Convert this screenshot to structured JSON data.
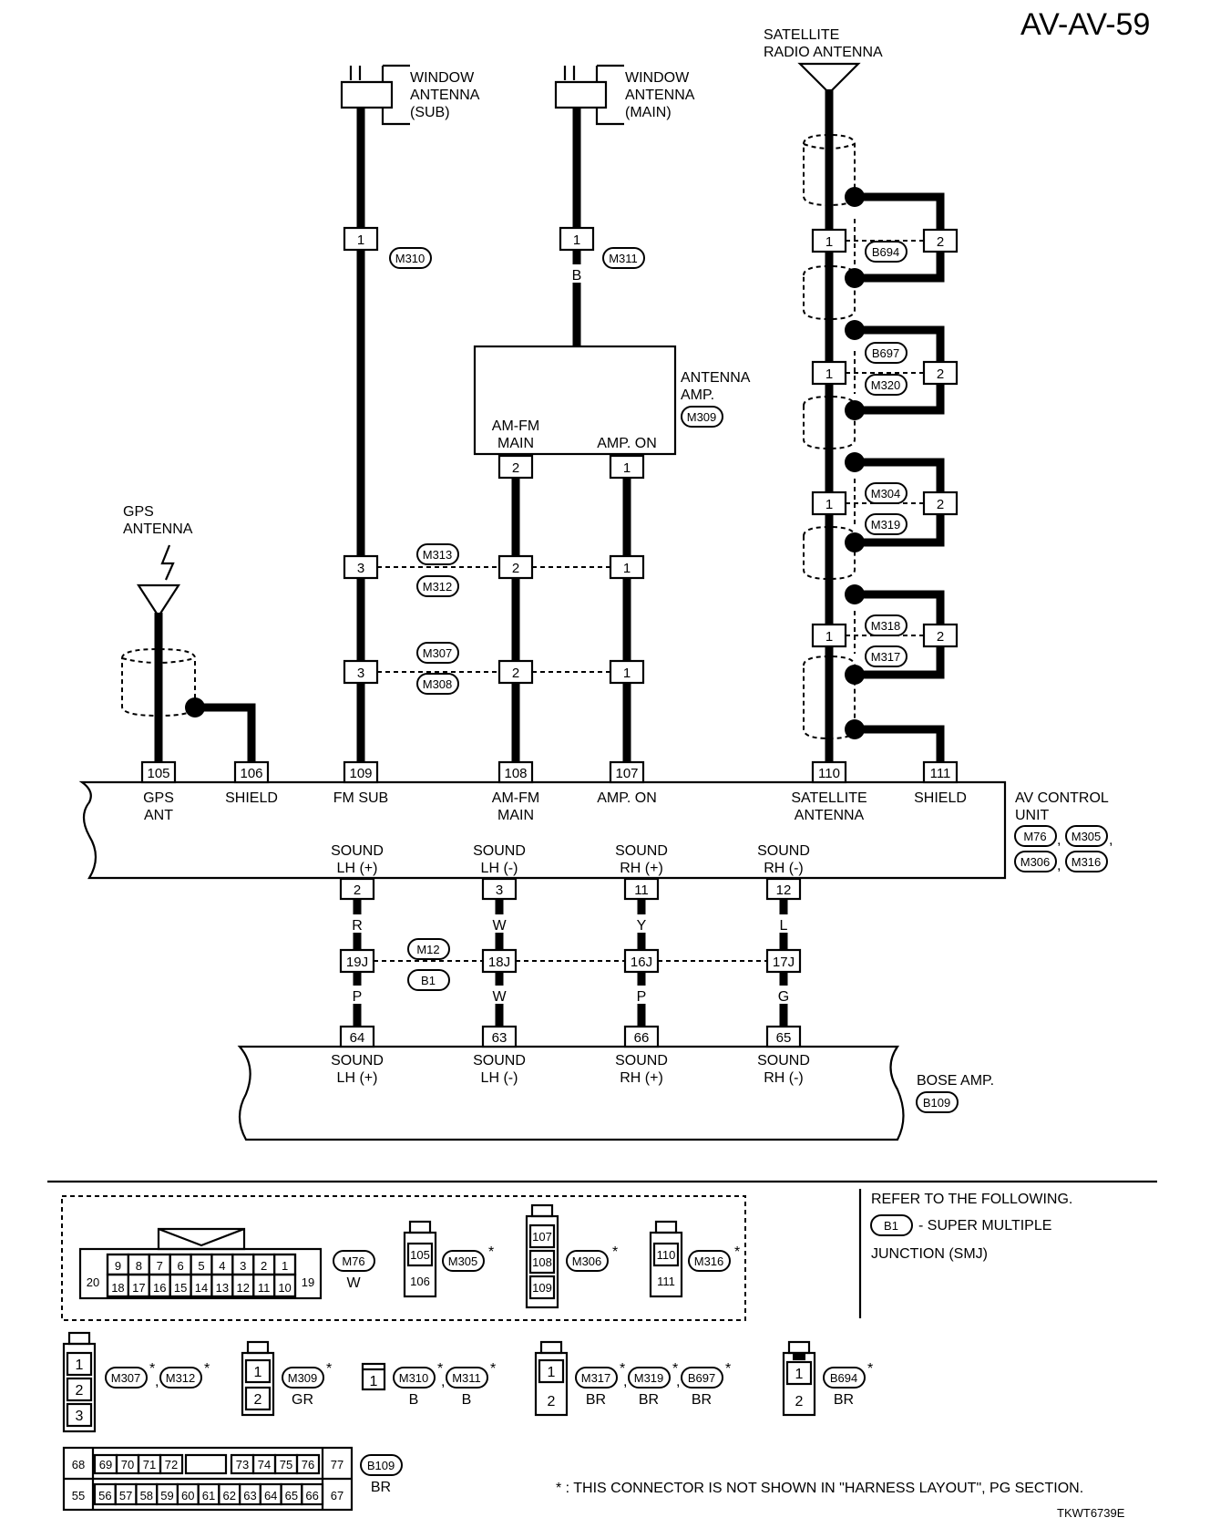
{
  "title": "AV-AV-59",
  "doc_code": "TKWT6739E",
  "labels": {
    "sat_radio_antenna": [
      "SATELLITE",
      "RADIO ANTENNA"
    ],
    "win_ant_sub": [
      "WINDOW",
      "ANTENNA",
      "(SUB)"
    ],
    "win_ant_main": [
      "WINDOW",
      "ANTENNA",
      "(MAIN)"
    ],
    "gps_antenna": [
      "GPS",
      "ANTENNA"
    ],
    "antenna_amp": [
      "ANTENNA",
      "AMP."
    ],
    "amfm_main": [
      "AM-FM",
      "MAIN"
    ],
    "amp_on": "AMP. ON",
    "av_control_unit": [
      "AV CONTROL",
      "UNIT"
    ],
    "bose_amp": "BOSE AMP.",
    "refer_to": "REFER TO THE FOLLOWING.",
    "smj": [
      "- SUPER MULTIPLE",
      "JUNCTION (SMJ)"
    ],
    "footnote": "* : THIS CONNECTOR IS NOT SHOWN IN \"HARNESS LAYOUT\", PG SECTION."
  },
  "wire_colors": {
    "b": "B",
    "r": "R",
    "w": "W",
    "y": "Y",
    "l": "L",
    "p": "P",
    "w2": "W",
    "p2": "P",
    "g": "G"
  },
  "connectors": {
    "M310": "M310",
    "M311": "M311",
    "M309": "M309",
    "M313": "M313",
    "M312": "M312",
    "M307": "M307",
    "M308": "M308",
    "B694": "B694",
    "B697": "B697",
    "M320": "M320",
    "M304": "M304",
    "M319": "M319",
    "M318": "M318",
    "M317": "M317",
    "M76": "M76",
    "M305": "M305",
    "M306": "M306",
    "M316": "M316",
    "M12": "M12",
    "B1": "B1",
    "B109": "B109"
  },
  "pins": {
    "sub1": "1",
    "main1": "1",
    "ampm2": "2",
    "ampo1": "1",
    "fm3a": "3",
    "am2a": "2",
    "on1a": "1",
    "fm3b": "3",
    "am2b": "2",
    "on1b": "1",
    "sat1a": "1",
    "sat2a": "2",
    "sat1b": "1",
    "sat2b": "2",
    "sat1c": "1",
    "sat2c": "2",
    "sat1d": "1",
    "sat2d": "2",
    "p105": "105",
    "p106": "106",
    "p109": "109",
    "p108": "108",
    "p107": "107",
    "p110": "110",
    "p111": "111",
    "p2": "2",
    "p3": "3",
    "p11": "11",
    "p12": "12",
    "j19": "19J",
    "j18": "18J",
    "j16": "16J",
    "j17": "17J",
    "p64": "64",
    "p63": "63",
    "p66": "66",
    "p65": "65"
  },
  "av_top": [
    {
      "key": "gps",
      "l1": "GPS",
      "l2": "ANT"
    },
    {
      "key": "shield1",
      "l1": "SHIELD",
      "l2": ""
    },
    {
      "key": "fmsub",
      "l1": "FM SUB",
      "l2": ""
    },
    {
      "key": "amfm",
      "l1": "AM-FM",
      "l2": "MAIN"
    },
    {
      "key": "ampon",
      "l1": "AMP. ON",
      "l2": ""
    },
    {
      "key": "sat",
      "l1": "SATELLITE",
      "l2": "ANTENNA"
    },
    {
      "key": "shield2",
      "l1": "SHIELD",
      "l2": ""
    }
  ],
  "sound": [
    {
      "l1": "SOUND",
      "l2": "LH (+)"
    },
    {
      "l1": "SOUND",
      "l2": "LH (-)"
    },
    {
      "l1": "SOUND",
      "l2": "RH (+)"
    },
    {
      "l1": "SOUND",
      "l2": "RH (-)"
    }
  ],
  "legend": {
    "m76_top": [
      "9",
      "8",
      "7",
      "6",
      "5",
      "4",
      "3",
      "2",
      "1"
    ],
    "m76_bot": [
      "18",
      "17",
      "16",
      "15",
      "14",
      "13",
      "12",
      "11",
      "10"
    ],
    "m76_left": "20",
    "m76_right": "19",
    "m76_color": "W",
    "m305_pins": [
      "105",
      "106"
    ],
    "m306_pins": [
      "107",
      "108",
      "109"
    ],
    "m316_pins": [
      "110",
      "111"
    ],
    "m307_pins": [
      "1",
      "2",
      "3"
    ],
    "m307_name": "M307",
    "m312_name": "M312",
    "m309_pins": [
      "1",
      "2"
    ],
    "m309_color": "GR",
    "m310_pin": "1",
    "m310_color": "B",
    "m311_color": "B",
    "m317_pins": [
      "1",
      "2"
    ],
    "m317_colors": [
      "BR",
      "BR",
      "BR"
    ],
    "b694_pins": [
      "1",
      "2"
    ],
    "b694_color": "BR",
    "b109_top": [
      "69",
      "70",
      "71",
      "72",
      "73",
      "74",
      "75",
      "76"
    ],
    "b109_bot": [
      "56",
      "57",
      "58",
      "59",
      "60",
      "61",
      "62",
      "63",
      "64",
      "65",
      "66"
    ],
    "b109_left": [
      "68",
      "55"
    ],
    "b109_right": [
      "77",
      "67"
    ],
    "b109_color": "BR",
    "asterisk": "*"
  }
}
